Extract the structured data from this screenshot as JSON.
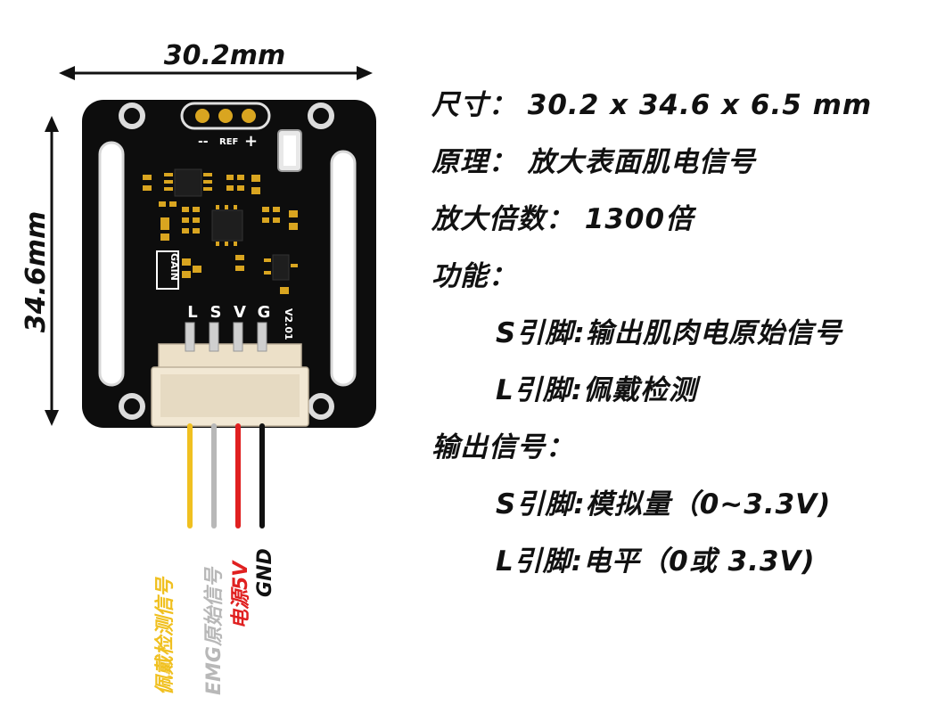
{
  "dimensions": {
    "width": "30.2mm",
    "height": "34.6mm"
  },
  "board": {
    "ref_label": "REF",
    "minus": "--",
    "plus": "+",
    "gain_label": "GAIN",
    "pin_labels": [
      "L",
      "S",
      "V",
      "G"
    ],
    "version": "V2.01"
  },
  "wires": [
    {
      "label": "佩戴检测信号",
      "color": "#f0c020"
    },
    {
      "label": "EMG原始信号",
      "color": "#b8b8b8"
    },
    {
      "label": "电源5V",
      "color": "#e02020"
    },
    {
      "label": "GND",
      "color": "#111111"
    }
  ],
  "specs": [
    "尺寸： 30.2 x 34.6 x 6.5 mm",
    "原理： 放大表面肌电信号",
    "放大倍数： 1300倍",
    "功能：",
    "S引脚:输出肌肉电原始信号",
    "L引脚:佩戴检测",
    "输出信号：",
    "S引脚:模拟量（0~3.3V)",
    "L引脚:电平（0或 3.3V)"
  ]
}
